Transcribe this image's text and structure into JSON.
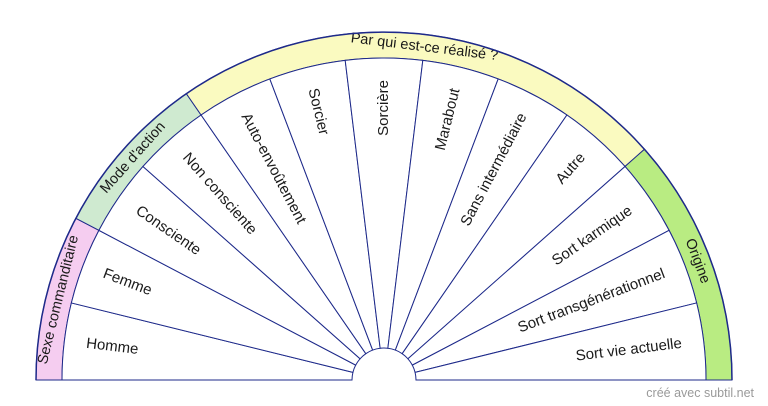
{
  "pendulum": {
    "segments": [
      {
        "label": "Homme",
        "group": "sexe"
      },
      {
        "label": "Femme",
        "group": "sexe"
      },
      {
        "label": "Consciente",
        "group": "mode"
      },
      {
        "label": "Non consciente",
        "group": "mode"
      },
      {
        "label": "Auto-envoûtement",
        "group": "qui"
      },
      {
        "label": "Sorcier",
        "group": "qui"
      },
      {
        "label": "Sorcière",
        "group": "qui"
      },
      {
        "label": "Marabout",
        "group": "qui"
      },
      {
        "label": "Sans intermédiaire",
        "group": "qui"
      },
      {
        "label": "Autre",
        "group": "qui"
      },
      {
        "label": "Sort karmique",
        "group": "origine"
      },
      {
        "label": "Sort transgénérationnel",
        "group": "origine"
      },
      {
        "label": "Sort vie actuelle",
        "group": "origine"
      }
    ],
    "groups": [
      {
        "id": "sexe",
        "label": "Sexe commanditaire",
        "color": "#f5cdf0"
      },
      {
        "id": "mode",
        "label": "Mode d'action",
        "color": "#cfead0"
      },
      {
        "id": "qui",
        "label": "Par qui est-ce réalisé ?",
        "color": "#fafac0"
      },
      {
        "id": "origine",
        "label": "Origine",
        "color": "#b9ec82"
      }
    ],
    "colors": {
      "outline": "#1e2a8a",
      "divider": "#1e2a8a",
      "segment_fill": "#ffffff"
    }
  },
  "footer": "créé avec subtil.net"
}
